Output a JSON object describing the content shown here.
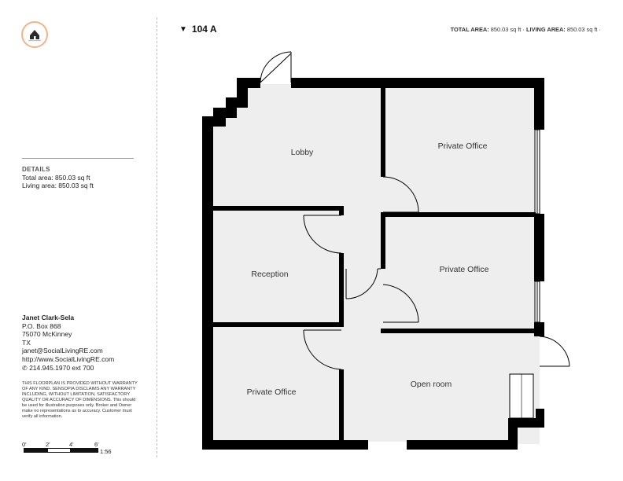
{
  "header": {
    "unit_label": "104 A",
    "total_area_label": "TOTAL AREA:",
    "total_area_value": "850.03 sq ft",
    "living_area_label": "LIVING AREA:",
    "living_area_value": "850.03 sq ft",
    "separator": "·"
  },
  "details": {
    "heading": "DETAILS",
    "total_area": "Total area: 850.03 sq ft",
    "living_area": "Living area: 850.03 sq ft"
  },
  "contact": {
    "name": "Janet Clark-Sela",
    "address1": "P.O. Box 868",
    "address2": "75070 McKinney",
    "state": "TX",
    "email": "janet@SocialLivingRE.com",
    "website": "http://www.SocialLivingRE.com",
    "phone": "214.945.1970 ext 700"
  },
  "disclaimer": "THIS FLOORPLAN IS PROVIDED WITHOUT WARRANTY OF ANY KIND. SENSOPIA DISCLAIMS ANY WARRANTY INCLUDING, WITHOUT LIMITATION, SATISFACTORY QUALITY OR ACCURACY OF DIMENSIONS. This should be used for illustration purposes only. Broker and Owner make no representations as to accuracy. Customer must verify all information.",
  "scale": {
    "ticks": [
      "0'",
      "2'",
      "4'",
      "6'"
    ],
    "ratio": "1:56"
  },
  "rooms": {
    "lobby": "Lobby",
    "private_office_top": "Private Office",
    "reception": "Reception",
    "private_office_mid": "Private Office",
    "private_office_bottom": "Private Office",
    "open_room": "Open room"
  },
  "colors": {
    "wall": "#000000",
    "floor": "#eeeeee",
    "logo_ring": "#f0b48a",
    "door": "#000000"
  },
  "icons": {
    "logo": "house-logo-icon",
    "phone": "phone-icon",
    "direction": "triangle-down-icon"
  }
}
